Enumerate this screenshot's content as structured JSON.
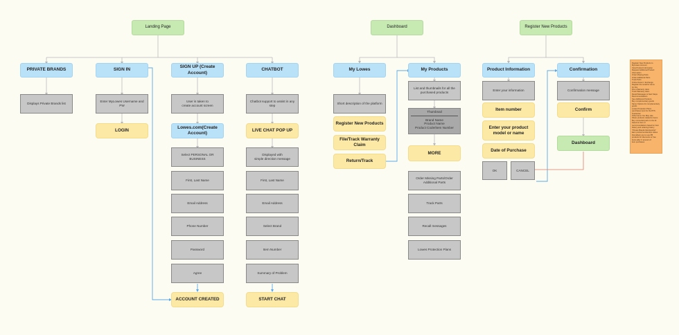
{
  "colors": {
    "canvas": "#fdfcf3",
    "page_box": "#c6eab2",
    "section_box": "#b9e1f7",
    "step_box": "#c7c7c7",
    "action_box": "#fce9a6",
    "note": "#f8b46b",
    "connector": "#b8b8b8",
    "return_link": "#5aa9e6",
    "confirm_link": "#e07a6a"
  },
  "nodes": {
    "landing_page": "Landing Page",
    "private_brands": "PRIVATE BRANDS",
    "private_brands_desc": "Displays Private Brands list",
    "sign_in": "SIGN IN",
    "sign_in_desc": "Enter MyLowes Username and PW",
    "login": "LOGIN",
    "sign_up": "SIGN UP (Create Account)",
    "sign_up_desc": "User is taken to\ncreate account screen",
    "lowes_create": "Lowes.com(Create Account)",
    "select_personal": "Select PERSONAL OR BUSINESS",
    "su_name": "First, Last Name",
    "su_email": "Email Address",
    "su_phone": "Phone Number",
    "su_password": "Password",
    "su_agree": "Agree",
    "account_created": "ACCOUNT CREATED",
    "chatbot": "CHATBOT",
    "chatbot_desc": "Chatbot support to assist in any step",
    "live_chat": "LIVE CHAT POP UP",
    "cb_displayed": "Displayed with\nsimple direction message",
    "cb_name": "First, Last Name",
    "cb_email": "Email Address",
    "cb_brand": "Select Brand",
    "cb_item": "Item Number",
    "cb_summary": "Summary of Problem",
    "start_chat": "START CHAT",
    "dashboard": "Dashboard",
    "my_lowes": "My Lowes",
    "my_lowes_desc": "Short description of the platform",
    "ml_register": "Register New Products",
    "ml_warranty": "File/Track Warranty Claim",
    "ml_return": "Return/Track",
    "my_products": "My Products",
    "mp_desc": "List and thumbnails for all the\npurchased products",
    "thumb_title": "Thumbnail",
    "thumb_details": "Brand Name\nProduct Name\nProduct Code/Item Number",
    "more": "MORE",
    "mp_order": "Order Missing Parts/Order Additional Parts",
    "mp_track": "Track Parts",
    "mp_recall": "Recall messages",
    "mp_protection": "Lowes Protection Plans",
    "register_new": "Register New Products",
    "product_info": "Product Information",
    "pi_desc": "Enter your information",
    "pi_item": "Item number",
    "pi_model": "Enter your product\nmodel or name",
    "pi_date": "Date of Purchase",
    "pi_ok": "OK",
    "pi_cancel": "CANCEL",
    "confirmation": "Confirmation",
    "conf_desc": "Confirmation message",
    "conf_confirm": "Confirm",
    "conf_dashboard": "Dashboard"
  },
  "note": {
    "lines": [
      "Register New Products to",
      "MyLowes Account",
      "View Product Information",
      "Request Additional Product",
      "Information",
      "Order Missing Parts",
      "Order Additional Parts",
      "Track Parts",
      "Online Return / Exchange",
      "Register the recall for items",
      "for this",
      "File a Warranty claim",
      "Track Warranty claim",
      "Recall Messages & Next Steps",
      "Recommendations",
      "See Additional Products",
      "Buy complementary goods",
      "Same Options for complementary",
      "goods",
      "Lowes Protection Plans",
      "(purchase) input for the BTS",
      "Guarantee",
      "Other items You May Like",
      "Share products related to items",
      "Buy connected parts to the kit",
      "based on item or",
      "recommendations based on item",
      "history and ordering history",
      "\"Private Brands Membership\"",
      "Earn points/membership status",
      "that allows you to use PB",
      "products for discounts or free",
      "items after X amount of",
      "item purchases"
    ]
  }
}
